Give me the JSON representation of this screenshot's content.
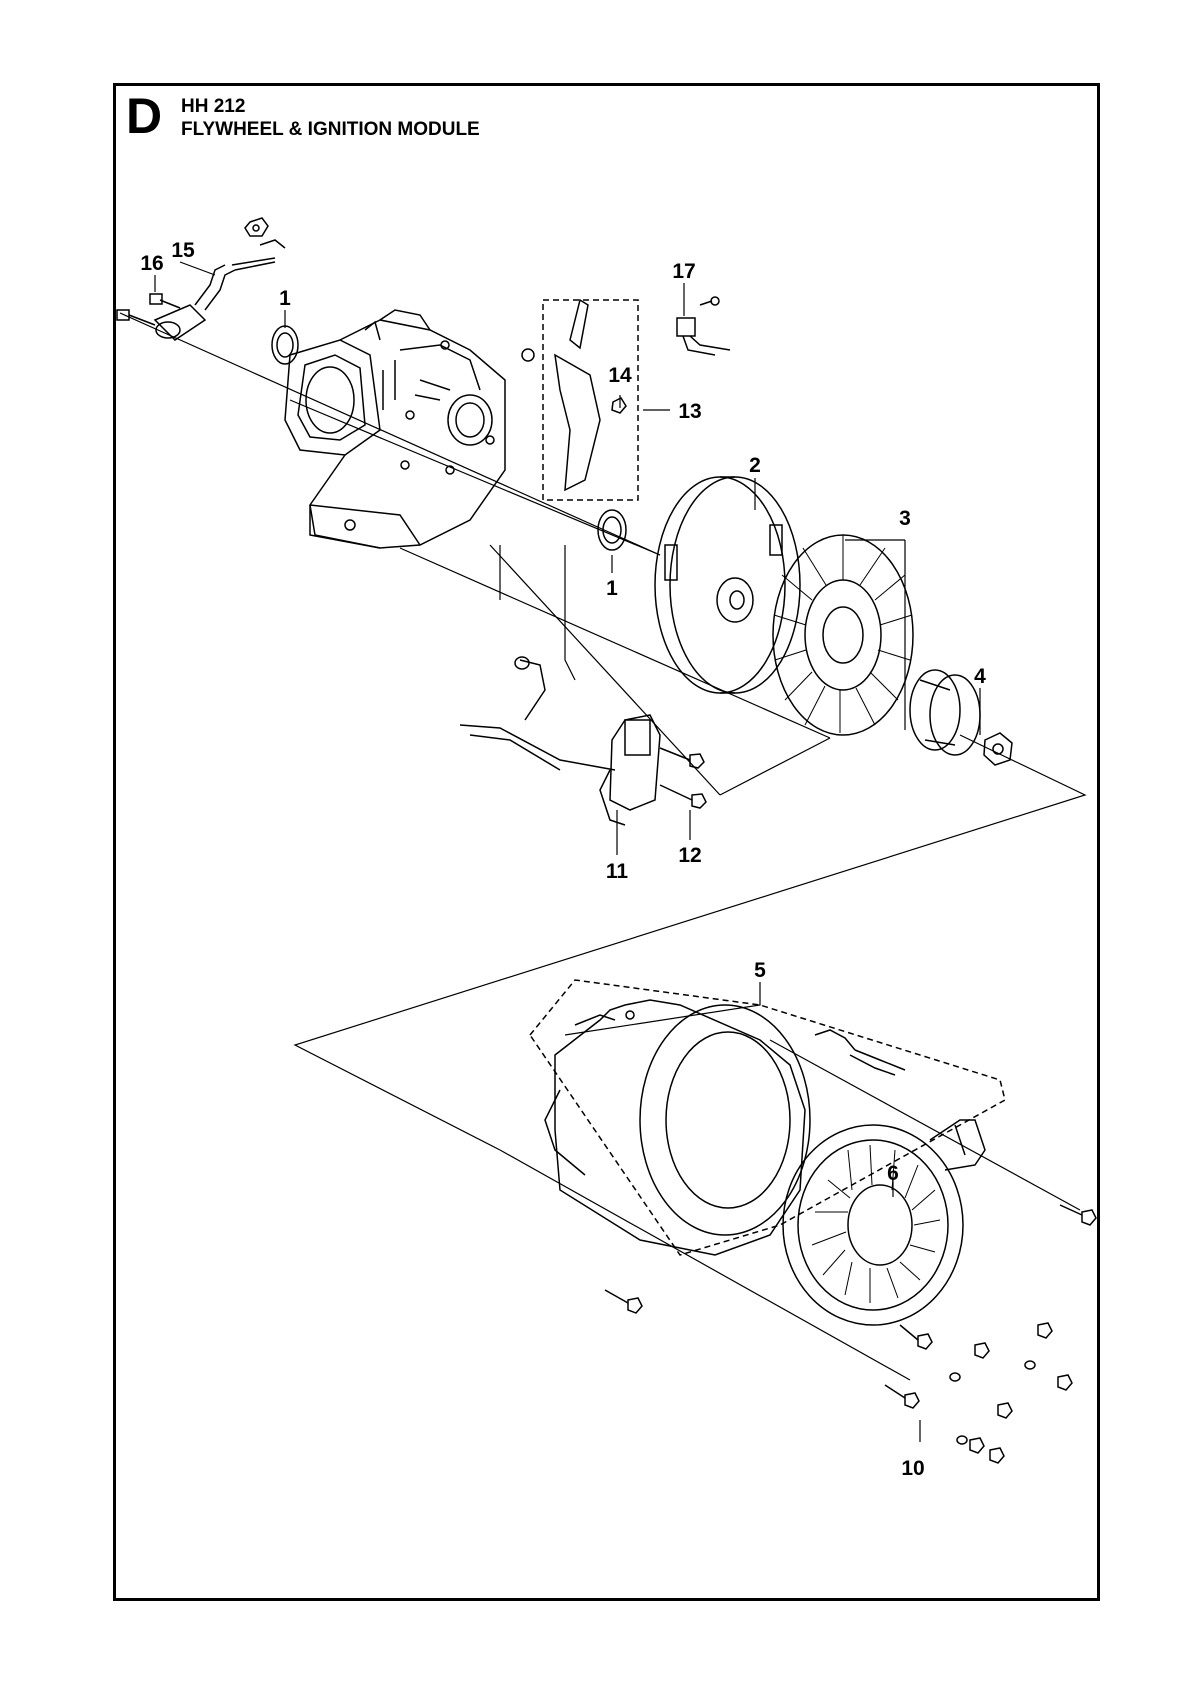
{
  "header": {
    "section_letter": "D",
    "model": "HH 212",
    "title": "FLYWHEEL & IGNITION MODULE"
  },
  "callouts": {
    "c1a": "1",
    "c1b": "1",
    "c2": "2",
    "c3": "3",
    "c4": "4",
    "c5": "5",
    "c6": "6",
    "c10": "10",
    "c11": "11",
    "c12": "12",
    "c13": "13",
    "c14": "14",
    "c15": "15",
    "c16": "16",
    "c17": "17"
  }
}
